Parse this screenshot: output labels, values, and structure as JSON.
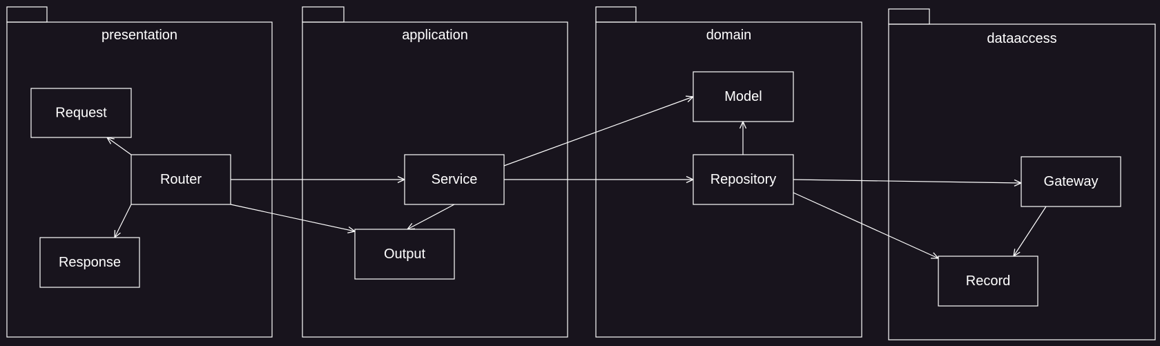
{
  "colors": {
    "background": "#18141d",
    "stroke": "#ffffff",
    "text": "#ffffff"
  },
  "packages": [
    {
      "id": "presentation",
      "title": "presentation"
    },
    {
      "id": "application",
      "title": "application"
    },
    {
      "id": "domain",
      "title": "domain"
    },
    {
      "id": "dataaccess",
      "title": "dataaccess"
    }
  ],
  "classes": [
    {
      "id": "request",
      "package": "presentation",
      "label": "Request"
    },
    {
      "id": "router",
      "package": "presentation",
      "label": "Router"
    },
    {
      "id": "response",
      "package": "presentation",
      "label": "Response"
    },
    {
      "id": "service",
      "package": "application",
      "label": "Service"
    },
    {
      "id": "output",
      "package": "application",
      "label": "Output"
    },
    {
      "id": "model",
      "package": "domain",
      "label": "Model"
    },
    {
      "id": "repository",
      "package": "domain",
      "label": "Repository"
    },
    {
      "id": "gateway",
      "package": "dataaccess",
      "label": "Gateway"
    },
    {
      "id": "record",
      "package": "dataaccess",
      "label": "Record"
    }
  ],
  "edges": [
    {
      "from": "router",
      "to": "request"
    },
    {
      "from": "router",
      "to": "response"
    },
    {
      "from": "router",
      "to": "service"
    },
    {
      "from": "router",
      "to": "output"
    },
    {
      "from": "service",
      "to": "output"
    },
    {
      "from": "service",
      "to": "model"
    },
    {
      "from": "service",
      "to": "repository"
    },
    {
      "from": "repository",
      "to": "model"
    },
    {
      "from": "repository",
      "to": "gateway"
    },
    {
      "from": "repository",
      "to": "record"
    },
    {
      "from": "gateway",
      "to": "record"
    }
  ]
}
